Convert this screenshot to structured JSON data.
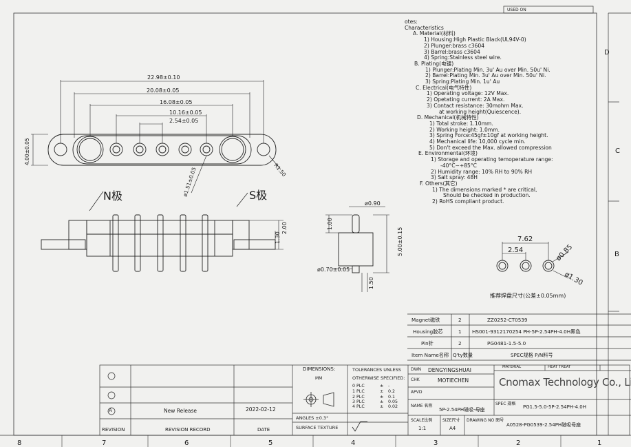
{
  "header": {
    "used_on": "USED ON"
  },
  "side_letters": [
    "D",
    "C",
    "B"
  ],
  "bottom_numbers": [
    "8",
    "7",
    "6",
    "5",
    "4",
    "3",
    "2",
    "1"
  ],
  "top_view_dims": {
    "d1": "22.98±0.10",
    "d2": "20.08±0.05",
    "d3": "16.08±0.05",
    "d4": "10.16±0.05",
    "d5": "2.54±0.05",
    "height": "4.00±0.05",
    "hole": "ø1.51±0.05",
    "radius": "R1.50"
  },
  "side_view": {
    "n_label": "N极",
    "s_label": "S极",
    "dim_a": "2.00",
    "dim_b": "1.30"
  },
  "pin_view": {
    "tip_dia": "ø0.90",
    "tip_len": "1.00",
    "body_len": "5.00±0.15",
    "base_dia": "ø0.70±0.05",
    "tail": "1.50"
  },
  "footprint": {
    "span": "7.62",
    "pitch": "2.54",
    "inner": "ø0.85",
    "outer": "ø1.30",
    "caption": "推荐焊盘尺寸(公差±0.05mm)"
  },
  "notes": [
    "otes:",
    "Characteristics",
    "A. Material(材料)",
    "1) Housing:High Plastic Black(UL94V-0)",
    "2) Plunger:brass c3604",
    "3) Barrel:brass c3604",
    "4) Spring:Stainless steel wire.",
    "B. Plating(电镀)",
    "1) Plunger:Plating Min. 3u' Au over Min. 50u' Ni.",
    "2) Barrel:Plating Min. 3u' Au over Min. 50u' Ni.",
    "3) Spring:Plating Min. 1u' Au",
    "C. Electrical(电气特性)",
    "1) Operating voltage: 12V Max.",
    "2) Opetating current: 2A Max.",
    "3) Contact resistance: 30mohm Max.",
    "at working height(Quiescence).",
    "D. Mechanical(机械特性)",
    "1) Total stroke: 1.10mm.",
    "2) Working height: 1.0mm.",
    "3) Spring Force:45gf±10gf at working height.",
    "4) Mechanical life: 10,000 cycle min.",
    "5) Don't exceed the Max. allowed compression",
    "E. Environmental(环境)",
    "1) Storage and operating temoperature range:",
    "-40°C~+85°C",
    "2) Humidity range: 10% RH to 90% RH",
    "3) Salt spray: 48H",
    "F. Others(其它)",
    "1) The dimensions marked * are critical,",
    "Should be checked in production.",
    "2) RoHS compliant product."
  ],
  "bom": [
    {
      "part": "Magnet磁铁",
      "qty": "2",
      "spec": "ZZ0252-CT0539"
    },
    {
      "part": "Housing胶芯",
      "qty": "1",
      "spec": "HS001-9312170254 PH-5P-2.54PH-4.0H黑色"
    },
    {
      "part": "Pin针",
      "qty": "2",
      "spec": "PG0481-1.5-5.0"
    },
    {
      "part": "Item Name名称",
      "qty": "Q'ty数量",
      "spec": "SPEC规格 P/N料号"
    }
  ],
  "title_block": {
    "revision_mark": "A",
    "description": "New Release",
    "date": "2022-02-12",
    "revision": "REVISION",
    "revision_record": "REVISION RECORD",
    "date_label": "DATE",
    "dimensions": "DIMENSIONS:",
    "units": "MM",
    "tolerances_title": "TOLERANCES UNLESS",
    "tolerances_sub": "OTHERWISE SPECIFIED:",
    "tolerances": [
      {
        "plc": "0 PLC",
        "sign": "±",
        "val": "-"
      },
      {
        "plc": "1 PLC",
        "sign": "±",
        "val": "0.2"
      },
      {
        "plc": "2 PLC",
        "sign": "±",
        "val": "0.1"
      },
      {
        "plc": "3 PLC",
        "sign": "±",
        "val": "0.05"
      },
      {
        "plc": "4 PLC",
        "sign": "±",
        "val": "0.02"
      }
    ],
    "angles": "ANGLES ±0.3°",
    "surface": "SURFACE TEXTURE",
    "dwn_label": "DWN",
    "dwn": "DENGYINGSHUAI",
    "chk_label": "CHK",
    "chk": "MOTIECHEN",
    "apvd_label": "APVD",
    "name_label": "NAME 名称",
    "name": "5P-2.54PH磁吸-母座",
    "scale_label": "SCALE比例",
    "scale": "1:1",
    "size_label": "SIZE尺寸",
    "size": "A4",
    "drawing_no_label": "DRAWING NO 图号",
    "drawing_no": "A0528-PG0539-2.54PH磁吸母座",
    "spec_label": "SPEC 规格",
    "spec": "PG1.5-5.0-5P-2.54PH-4.0H",
    "material": "MATERIAL",
    "heat_treat": "HEAT TREAT",
    "company": "Cnomax Technology Co., Limited"
  },
  "page_size": {
    "width": 917,
    "height": 649
  }
}
